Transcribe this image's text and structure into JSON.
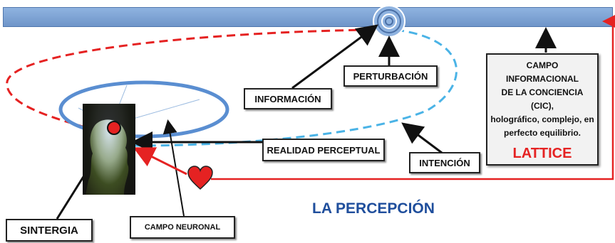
{
  "labels": {
    "perturbacion": "PERTURBACIÓN",
    "informacion": "INFORMACIÓN",
    "realidad": "REALIDAD PERCEPTUAL",
    "intencion": "INTENCIÓN",
    "sintergia": "SINTERGIA",
    "campo_neuronal": "CAMPO NEURONAL",
    "cic_text": "CAMPO INFORMACIONAL\nDE LA CONCIENCIA (CIC),\nholográfico, complejo, en\nperfecto equilibrio.",
    "lattice": "LATTICE",
    "title": "LA PERCEPCIÓN"
  },
  "colors": {
    "bar": "#7aa0d4",
    "red": "#e52222",
    "blue_dash": "#4ab3e6",
    "title": "#1f4e9c"
  }
}
